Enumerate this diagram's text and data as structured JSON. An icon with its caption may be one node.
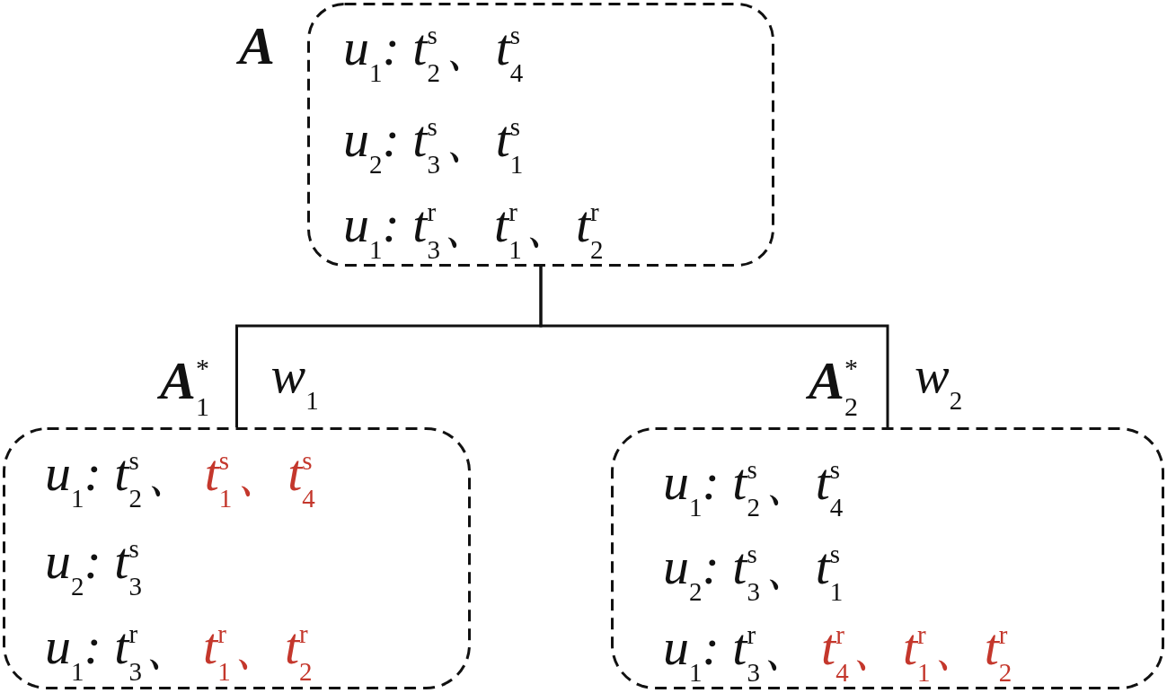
{
  "diagram": {
    "nodes": [
      {
        "text": [
          "u$_{1}$: t$_{2}$$^{s}$、t$_{4}$$^{s}$",
          "u$_{2}$: t$_{3}$$^{s}$、t$_{1}$$^{s}$",
          "u$_{1}$: t$_{3}$$^{r}$、t$_{1}$$^{r}$、t$_{2}$$^{r}$"
        ],
        "beside": [
          "A"
        ]
      },
      {
        "text": [
          "u$_{1}$: t$_{2}$$^{s}$、",
          "t$_{1}$$^{s}$、t$_{4}$$^{s}$",
          "u$_{2}$: t$_{3}$$^{s}$",
          "u$_{1}$: t$_{3}$$^{r}$、",
          "t$_{1}$$^{r}$、t$_{2}$$^{r}$"
        ],
        "beside": [
          "A$_{1}$$^{*}$"
        ]
      },
      {
        "text": [
          "u$_{1}$: t$_{2}$$^{s}$、t$_{4}$$^{s}$",
          "u$_{2}$: t$_{3}$$^{s}$、t$_{1}$$^{s}$",
          "u$_{1}$: t$_{3}$$^{r}$、",
          "t$_{4}$$^{r}$、t$_{1}$$^{r}$、t$_{2}$$^{r}$"
        ],
        "beside": [
          "A$_{2}$$^{*}$"
        ]
      }
    ],
    "edges": [
      {
        "from": 0,
        "to": 1,
        "arrow": "none",
        "label": "w$_{1}$"
      },
      {
        "from": 0,
        "to": 2,
        "arrow": "none",
        "label": "w$_{2}$"
      }
    ]
  }
}
